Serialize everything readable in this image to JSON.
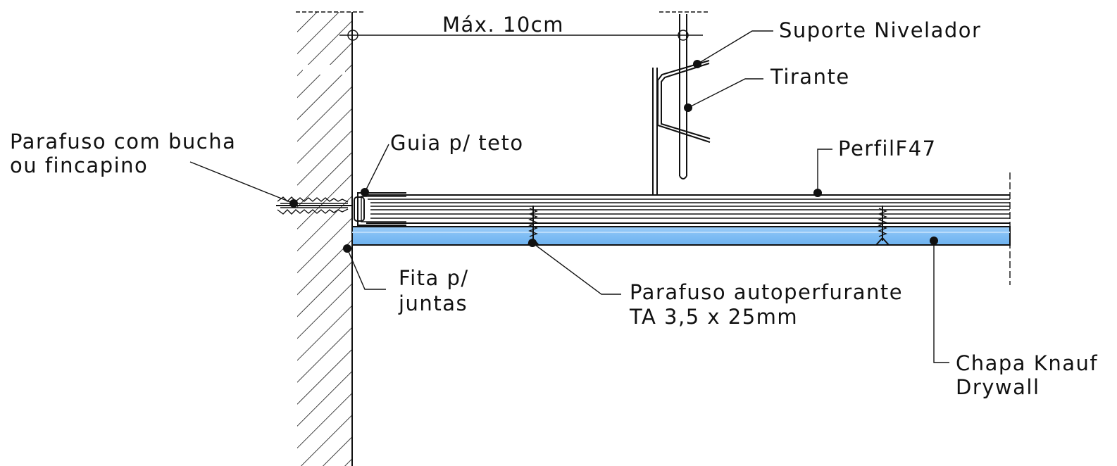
{
  "dimension": {
    "label": "Máx. 10cm"
  },
  "labels": {
    "suporte_nivelador": "Suporte Nivelador",
    "tirante": "Tirante",
    "parafuso_bucha_line1": "Parafuso com bucha",
    "parafuso_bucha_line2": "ou fincapino",
    "guia_teto": "Guia p/ teto",
    "perfil": "PerfilF47",
    "fita_line1": "Fita p/",
    "fita_line2": "juntas",
    "parafuso_auto_line1": "Parafuso autoperfurante",
    "parafuso_auto_line2": "TA 3,5 x 25mm",
    "chapa_line1": "Chapa Knauf",
    "chapa_line2": "Drywall"
  },
  "colors": {
    "line": "#111111",
    "board_fill": "#7fbdf4",
    "board_light": "#b9dcfb",
    "background": "#ffffff"
  }
}
